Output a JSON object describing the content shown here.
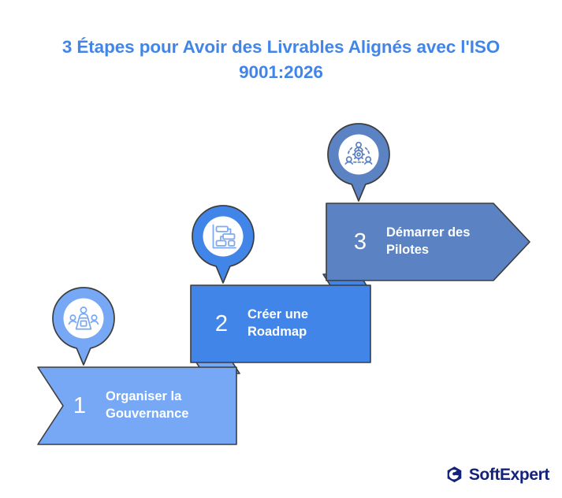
{
  "title": "3 Étapes pour Avoir des Livrables Alignés avec l'ISO 9001:2026",
  "colors": {
    "title_blue": "#4285E8",
    "step1_fill": "#77A8F5",
    "step2_fill": "#4285E8",
    "step3_fill": "#5B82C3",
    "outline": "#3D3D3D",
    "badge_inner": "#FFFFFF",
    "logo_navy": "#14227A"
  },
  "steps": [
    {
      "number": "1",
      "label": "Organiser la\nGouvernance",
      "icon": "people-around-table-icon",
      "shape": "banner-notched-left",
      "fill": "#77A8F5"
    },
    {
      "number": "2",
      "label": "Créer une\nRoadmap",
      "icon": "gantt-roadmap-icon",
      "shape": "rectangle",
      "fill": "#4285E8"
    },
    {
      "number": "3",
      "label": "Démarrer des\nPilotes",
      "icon": "team-gear-collaboration-icon",
      "shape": "arrow-pointed-right",
      "fill": "#5B82C3"
    }
  ],
  "logo": {
    "name": "SoftExpert",
    "mark": "hexagon-swirl-icon"
  }
}
